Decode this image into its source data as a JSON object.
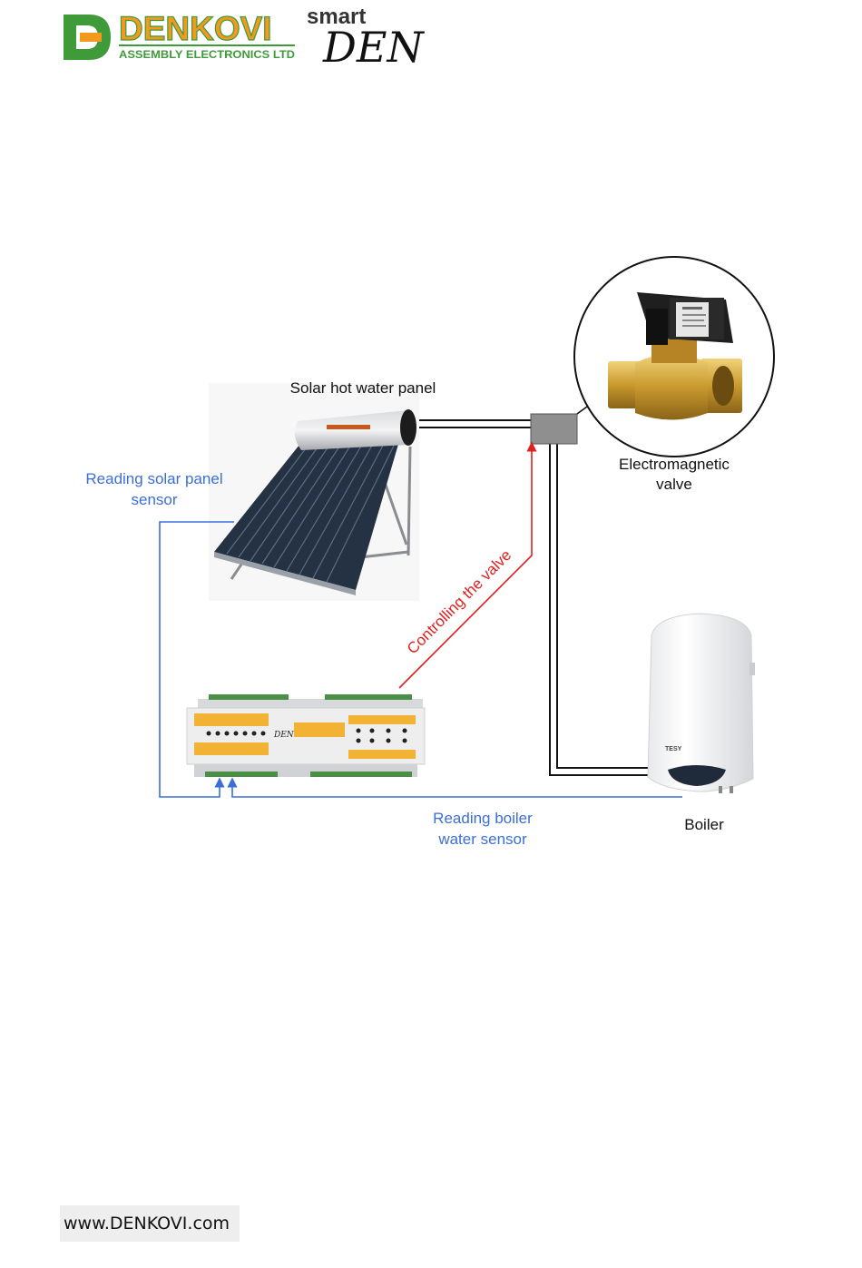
{
  "logo": {
    "brand": "DENKOVI",
    "tagline": "ASSEMBLY ELECTRONICS LTD",
    "product_prefix": "smart",
    "product_name": "DEN",
    "colors": {
      "green": "#3f9a3a",
      "orange": "#f39a1e"
    }
  },
  "labels": {
    "solar_panel": "Solar hot water panel",
    "reading_solar_line1": "Reading solar panel",
    "reading_solar_line2": "sensor",
    "valve_line1": "Electromagnetic",
    "valve_line2": "valve",
    "controlling": "Controlling the valve",
    "reading_boiler_line1": "Reading boiler",
    "reading_boiler_line2": "water sensor",
    "boiler": "Boiler",
    "boiler_brand": "TESY"
  },
  "colors": {
    "sensor_wire": "#3b6fd8",
    "control_wire": "#e02020",
    "pipe": "#111111"
  },
  "footer": {
    "url": "www.DENKOVI.com"
  }
}
